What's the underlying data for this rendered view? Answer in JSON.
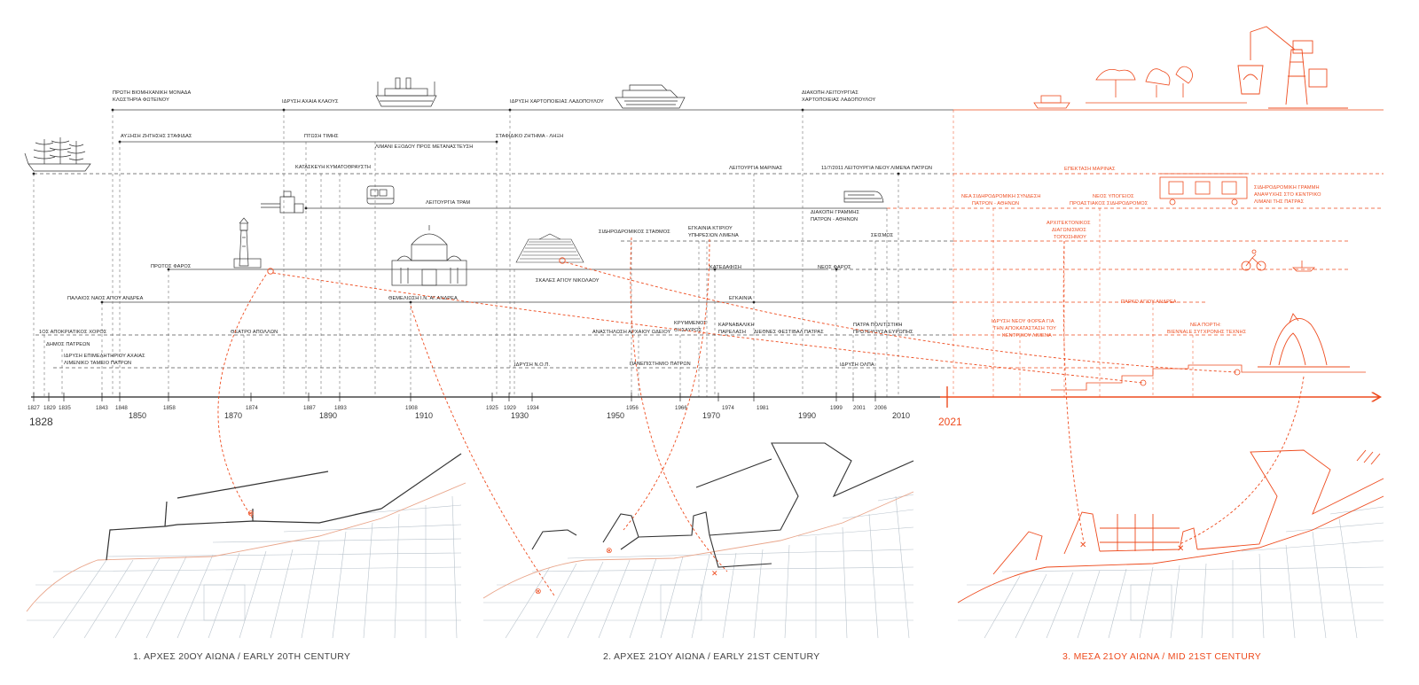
{
  "axis": {
    "start_year": "1828",
    "future_year": "2021",
    "decades": [
      "1850",
      "1870",
      "1890",
      "1910",
      "1930",
      "1950",
      "1970",
      "1990",
      "2010"
    ],
    "ticks": [
      "1827",
      "1829",
      "1835",
      "1843",
      "1848",
      "1858",
      "1874",
      "1887",
      "1893",
      "1908",
      "1925",
      "1929",
      "1934",
      "1956",
      "1966",
      "1974",
      "1981",
      "1999",
      "2001",
      "2006"
    ]
  },
  "events": {
    "e01": "ΠΡΩΤΗ ΒΙΟΜΗΧΑΝΙΚΗ ΜΟΝΑΔΑ",
    "e01b": "ΚΛΩΣΤΗΡΙΑ ΦΩΤΕΙΝΟΥ",
    "e02": "ΙΔΡΥΣΗ ΑΧΑΙΑ ΚΛΑΟΥΣ",
    "e03": "ΙΔΡΥΣΗ ΧΑΡΤΟΠΟΙΕΙΑΣ ΛΑΔΟΠΟΥΛΟΥ",
    "e04": "ΔΙΑΚΟΠΗ ΛΕΙΤΟΥΡΓΙΑΣ",
    "e04b": "ΧΑΡΤΟΠΟΙΕΙΑΣ ΛΑΔΟΠΟΥΛΟΥ",
    "e05": "ΑΥΞΗΣΗ ΖΗΤΗΣΗΣ ΣΤΑΦΙΔΑΣ",
    "e06": "ΠΤΩΣΗ ΤΙΜΗΣ",
    "e07": "ΛΙΜΑΝΙ ΕΞΟΔΟΥ ΠΡΟΣ ΜΕΤΑΝΑΣΤΕΥΣΗ",
    "e08": "ΣΤΑΦΙΔΙΚΟ ΖΗΤΗΜΑ - ΛΗΞΗ",
    "e09": "ΚΑΤΑΣΚΕΥΗ ΚΥΜΑΤΟΘΡΑΥΣΤΗ",
    "e10": "ΛΕΙΤΟΥΡΓΙΑ ΜΑΡΙΝΑΣ",
    "e11": "11/7/2011 ΛΕΙΤΟΥΡΓΙΑ ΝΕΟΥ ΛΙΜΕΝΑ ΠΑΤΡΩΝ",
    "e12": "ΕΠΕΚΤΑΣΗ ΜΑΡΙΝΑΣ",
    "e13": "ΛΕΙΤΟΥΡΓΙΑ ΤΡΑΜ",
    "e14": "ΔΙΑΚΟΠΗ ΓΡΑΜΜΗΣ",
    "e14b": "ΠΑΤΡΩΝ - ΑΘΗΝΩΝ",
    "e15": "ΝΕΑ ΣΙΔΗΡΟΔΡΟΜΙΚΗ ΣΥΝΔΕΣΗ",
    "e15b": "ΠΑΤΡΩΝ - ΑΘΗΝΩΝ",
    "e16": "ΝΕΟΣ ΥΠΟΓΕΙΟΣ",
    "e16b": "ΠΡΟΑΣΤΙΑΚΟΣ ΣΙΔΗΡΟΔΡΟΜΟΣ",
    "e17": "ΣΙΔΗΡΟΔΡΟΜΙΚΗ ΓΡΑΜΜΗ",
    "e17b": "ΑΝΑΨΥΧΗΣ ΣΤΟ ΚΕΝΤΡΙΚΟ",
    "e17c": "ΛΙΜΑΝΙ ΤΗΣ ΠΑΤΡΑΣ",
    "e18": "ΣΙΔΗΡΟΔΡΟΜΙΚΟΣ ΣΤΑΘΜΟΣ",
    "e19": "ΕΓΚΑΙΝΙΑ ΚΤΙΡΙΟΥ",
    "e19b": "ΥΠΗΡΕΣΙΩΝ ΛΙΜΕΝΑ",
    "e20": "ΑΡΧΙΤΕΚΤΟΝΙΚΟΣ",
    "e20b": "ΔΙΑΓΩΝΙΣΜΟΣ",
    "e20c": "ΤΟΠΟΣΗΜΟΥ",
    "e21": "ΣΕΙΣΜΟΣ",
    "e22": "ΠΡΩΤΟΣ ΦΑΡΟΣ",
    "e23": "ΚΑΤΕΔΑΦΙΣΗ",
    "e24": "ΝΕΟΣ ΦΑΡΟΣ",
    "e25": "ΣΚΑΛΕΣ ΑΓΙΟΥ ΝΙΚΟΛΑΟΥ",
    "e26": "ΠΑΛΑΙΟΣ ΝΑΟΣ ΑΓΙΟΥ ΑΝΔΡΕΑ",
    "e27": "ΘΕΜΕΛΙΩΣΗ Ι.Ν. ΑΓ.ΑΝΔΡΕΑ",
    "e28": "ΕΓΚΑΙΝΙΑ",
    "e29": "ΠΑΡΚΟ ΑΓΙΟΥ ΑΝΔΡΕΑ",
    "e30": "ΙΔΡΥΣΗ ΝΕΟΥ ΦΟΡΕΑ ΓΙΑ",
    "e30b": "ΤΗΝ ΑΠΟΚΑΤΑΣΤΑΣΗ ΤΟΥ",
    "e30c": "ΚΕΝΤΡΙΚΟΥ ΛΙΜΕΝΑ",
    "e31": "ΝΕΑ ΠΟΡΤΗ:",
    "e31b": "BIENNALE ΣΥΓΧΡΟΝΗΣ ΤΕΧΝΗΣ",
    "e32": "1ΟΣ ΑΠΟΚΡΙΑΤΙΚΟΣ ΧΟΡΟΣ",
    "e33": "ΘΕΑΤΡΟ ΑΠΟΛΛΩΝ",
    "e34": "ΑΝΑΣΤΗΛΩΣΗ ΑΡΧΑΙΟΥ ΩΔΕΙΟΥ",
    "e35": "ΚΡΥΜΜΕΝΟΣ",
    "e35b": "ΘΗΣΑΥΡΟΣ",
    "e36": "ΚΑΡΝΑΒΑΛΙΚΗ",
    "e36b": "ΠΑΡΕΛΑΣΗ",
    "e37": "ΔΙΕΘΝΕΣ ΦΕΣΤΙΒΑΛ ΠΑΤΡΑΣ",
    "e38": "ΠΑΤΡΑ ΠΟΛΙΤΙΣΤΙΚΗ",
    "e38b": "ΠΡΩΤΕΥΟΥΣΑ ΕΥΡΩΠΗΣ",
    "e39": "ΔΗΜΟΣ ΠΑΤΡΕΩΝ",
    "e40": "ΙΔΡΥΣΗ ΕΠΙΜΕΛΗΤΗΡΙΟΥ ΑΧΑΙΑΣ",
    "e41": "ΛΙΜΕΝΙΚΟ ΤΑΜΕΙΟ ΠΑΤΡΩΝ",
    "e42": "ΙΔΡΥΣΗ Ν.Ο.Π.",
    "e43": "ΠΑΝΕΠΙΣΤΗΜΙΟ ΠΑΤΡΩΝ",
    "e44": "ΙΔΡΥΣΗ ΟΛΠΑ"
  },
  "captions": {
    "map1": "1. ΑΡΧΕΣ 20ΟΥ ΑΙΩΝΑ / EARLY 20TH CENTURY",
    "map2": "2. ΑΡΧΕΣ 21ΟΥ ΑΙΩΝΑ / EARLY 21ST CENTURY",
    "map3": "3. ΜΕΣΑ 21ΟΥ ΑΙΩΝΑ / MID 21ST CENTURY"
  },
  "colors": {
    "ink": "#222222",
    "accent": "#ee4b1e",
    "street": "#b9c3cc",
    "coast": "#e9a58a"
  },
  "icons": [
    "sailing-ship-icon",
    "steamship-icon",
    "cruise-ship-icon",
    "lighthouse-icon",
    "church-icon",
    "stairs-icon",
    "tram-icon",
    "crane-icon",
    "train-icon",
    "bicycle-icon",
    "tree-icon",
    "sculpture-icon"
  ]
}
